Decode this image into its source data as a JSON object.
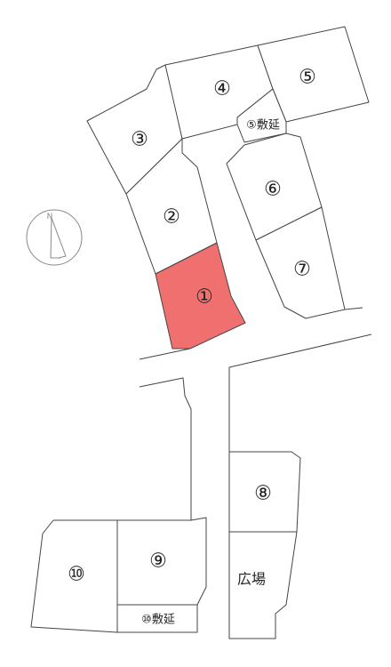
{
  "lots": [
    {
      "id": "lot-1",
      "label": "①",
      "highlighted": true
    },
    {
      "id": "lot-2",
      "label": "②",
      "highlighted": false
    },
    {
      "id": "lot-3",
      "label": "③",
      "highlighted": false
    },
    {
      "id": "lot-4",
      "label": "④",
      "highlighted": false
    },
    {
      "id": "lot-5",
      "label": "⑤",
      "highlighted": false
    },
    {
      "id": "lot-6",
      "label": "⑥",
      "highlighted": false
    },
    {
      "id": "lot-7",
      "label": "⑦",
      "highlighted": false
    },
    {
      "id": "lot-8",
      "label": "⑧",
      "highlighted": false
    },
    {
      "id": "lot-9",
      "label": "⑨",
      "highlighted": false
    },
    {
      "id": "lot-10",
      "label": "⑩",
      "highlighted": false
    }
  ],
  "annexes": {
    "lot5_annex": "⑤敷延",
    "lot10_annex": "⑩敷延"
  },
  "plaza_label": "広場",
  "compass": {
    "label": "N"
  },
  "colors": {
    "highlight": "#f07070",
    "line": "#444444",
    "compass": "#888888"
  }
}
